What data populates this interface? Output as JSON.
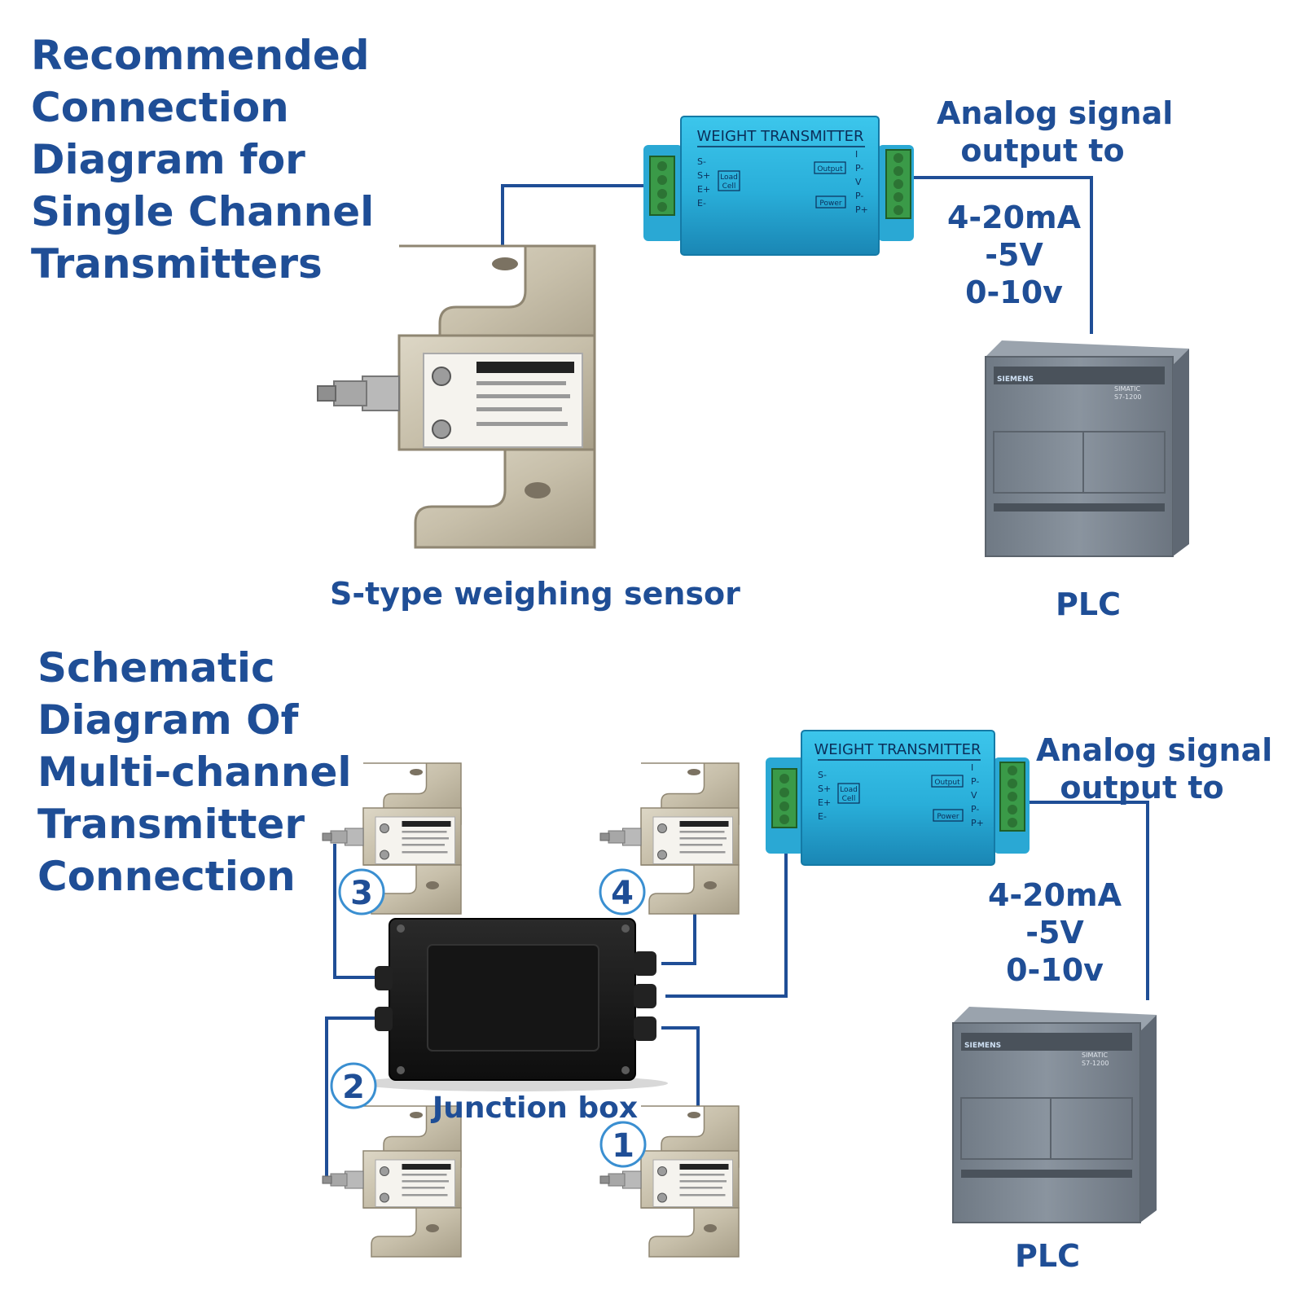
{
  "single": {
    "heading": [
      "Recommended",
      "Connection",
      "Diagram for",
      "Single Channel",
      "Transmitters"
    ],
    "transmitter": {
      "title": "WEIGHT TRANSMITTER",
      "left_pins": [
        "S-",
        "S+",
        "E+",
        "E-"
      ],
      "right_pins": [
        "I",
        "P-",
        "V",
        "P-",
        "P+"
      ],
      "group_load_cell": [
        "Load",
        "Cell"
      ],
      "group_output": "Output",
      "group_power": "Power"
    },
    "signal_label": [
      "Analog signal",
      "output to"
    ],
    "ranges": [
      "4-20mA",
      "-5V",
      "0-10v"
    ],
    "sensor_label": "S-type weighing sensor",
    "plc_label": "PLC",
    "plc_brand": "SIEMENS",
    "plc_model": [
      "SIMATIC",
      "S7-1200"
    ]
  },
  "multi": {
    "heading": [
      "Schematic",
      "Diagram Of",
      "Multi-channel",
      "Transmitter",
      "Connection"
    ],
    "transmitter": {
      "title": "WEIGHT TRANSMITTER",
      "left_pins": [
        "S-",
        "S+",
        "E+",
        "E-"
      ],
      "right_pins": [
        "I",
        "P-",
        "V",
        "P-",
        "P+"
      ],
      "group_load_cell": [
        "Load",
        "Cell"
      ],
      "group_output": "Output",
      "group_power": "Power"
    },
    "signal_label": [
      "Analog signal",
      "output to"
    ],
    "ranges": [
      "4-20mA",
      "-5V",
      "0-10v"
    ],
    "junction_label": "Junction box",
    "sensor_numbers": [
      "1",
      "2",
      "3",
      "4"
    ],
    "plc_label": "PLC",
    "plc_brand": "SIEMENS",
    "plc_model": [
      "SIMATIC",
      "S7-1200"
    ]
  },
  "colors": {
    "text": "#1f4e96",
    "wire": "#1f4e96",
    "transmitter_body": "#2fb4de",
    "terminal": "#3a9a48",
    "sensor_metal": "#c9c2ae",
    "plc_body": "#7d8793",
    "junction_box": "#1b1b1b"
  }
}
